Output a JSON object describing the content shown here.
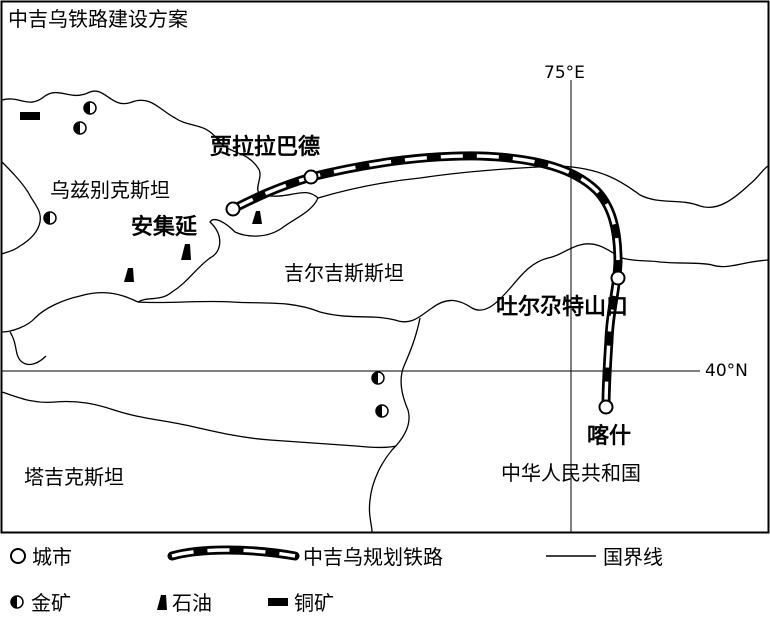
{
  "title": "中吉乌铁路建设方案",
  "coordinates": {
    "meridian": "75°E",
    "parallel": "40°N"
  },
  "countries": [
    {
      "key": "uzbekistan",
      "name": "乌兹别克斯坦"
    },
    {
      "key": "kyrgyzstan",
      "name": "吉尔吉斯斯坦"
    },
    {
      "key": "tajikistan",
      "name": "塔吉克斯坦"
    },
    {
      "key": "china",
      "name": "中华人民共和国"
    }
  ],
  "cities": [
    {
      "key": "jalal-abad",
      "name": "贾拉拉巴德"
    },
    {
      "key": "andijan",
      "name": "安集延"
    },
    {
      "key": "torugart",
      "name": "吐尔尕特山口"
    },
    {
      "key": "kashgar",
      "name": "喀什"
    }
  ],
  "legend": {
    "city": "城市",
    "railway": "中吉乌规划铁路",
    "border": "国界线",
    "gold": "金矿",
    "oil": "石油",
    "copper": "铜矿"
  },
  "colors": {
    "ink": "#000000",
    "background": "#ffffff"
  }
}
